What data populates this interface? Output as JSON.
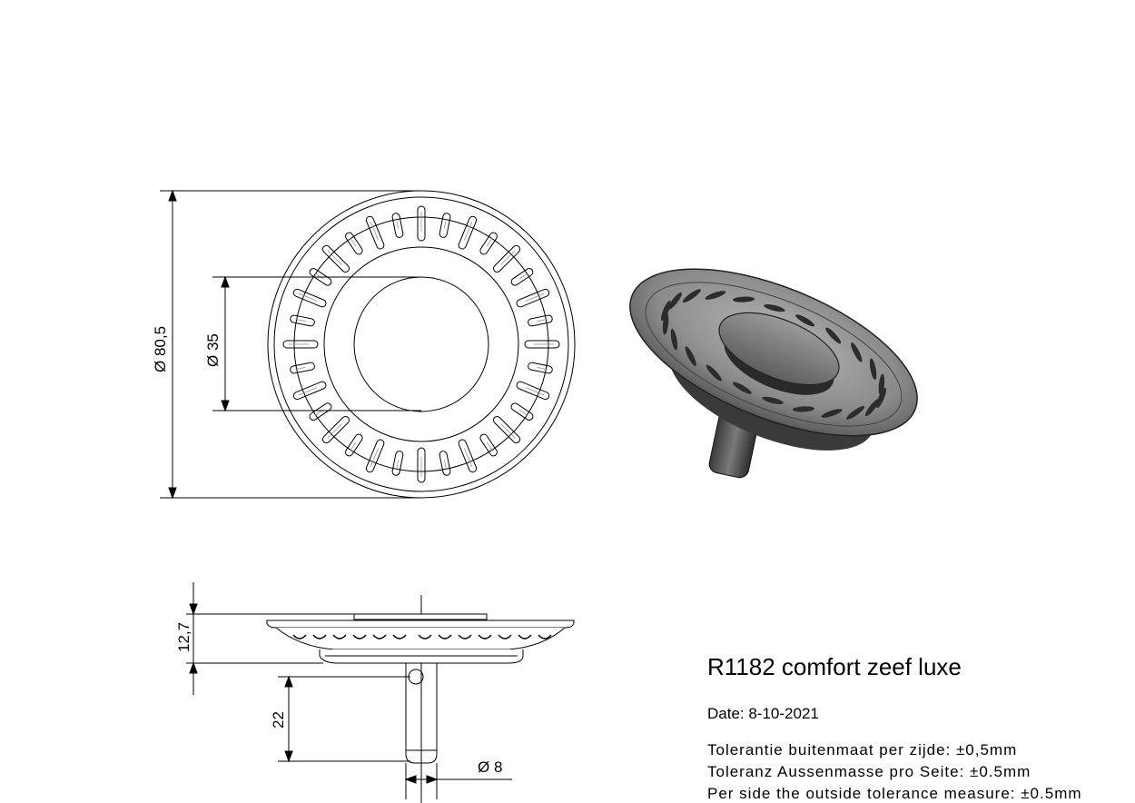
{
  "title": "R1182 comfort zeef luxe",
  "date": "Date: 8-10-2021",
  "tolerances": [
    "Tolerantie buitenmaat per zijde: ±0,5mm",
    "Toleranz Aussenmasse pro Seite: ±0.5mm",
    "Per side the outside tolerance measure: ±0.5mm"
  ],
  "dimensions": {
    "outer_diameter": "Ø 80,5",
    "inner_diameter": "Ø 35",
    "height": "12,7",
    "stem_length": "22",
    "stem_diameter": "Ø 8"
  }
}
